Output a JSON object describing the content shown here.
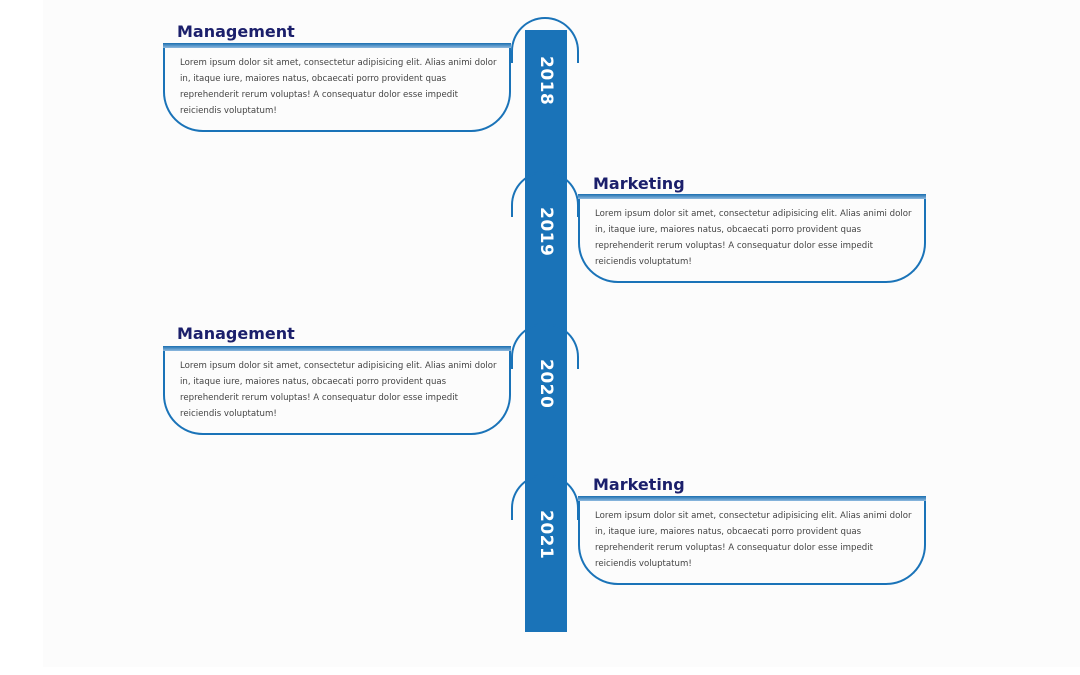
{
  "items": [
    {
      "year": "2018",
      "title": "Management",
      "text": "Lorem ipsum dolor sit amet, consectetur adipisicing elit. Alias animi dolor in, itaque iure, maiores natus, obcaecati porro provident quas reprehenderit rerum voluptas! A consequatur dolor esse impedit reiciendis voluptatum!"
    },
    {
      "year": "2019",
      "title": "Marketing",
      "text": "Lorem ipsum dolor sit amet, consectetur adipisicing elit. Alias animi dolor in, itaque iure, maiores natus, obcaecati porro provident quas reprehenderit rerum voluptas! A consequatur dolor esse impedit reiciendis voluptatum!"
    },
    {
      "year": "2020",
      "title": "Management",
      "text": "Lorem ipsum dolor sit amet, consectetur adipisicing elit. Alias animi dolor in, itaque iure, maiores natus, obcaecati porro provident quas reprehenderit rerum voluptas! A consequatur dolor esse impedit reiciendis voluptatum!"
    },
    {
      "year": "2021",
      "title": "Marketing",
      "text": "Lorem ipsum dolor sit amet, consectetur adipisicing elit. Alias animi dolor in, itaque iure, maiores natus, obcaecati porro provident quas reprehenderit rerum voluptas! A consequatur dolor esse impedit reiciendis voluptatum!"
    }
  ],
  "colors": {
    "accent": "#1a73b8",
    "title": "#1b1f6b",
    "body_text": "#444444"
  }
}
